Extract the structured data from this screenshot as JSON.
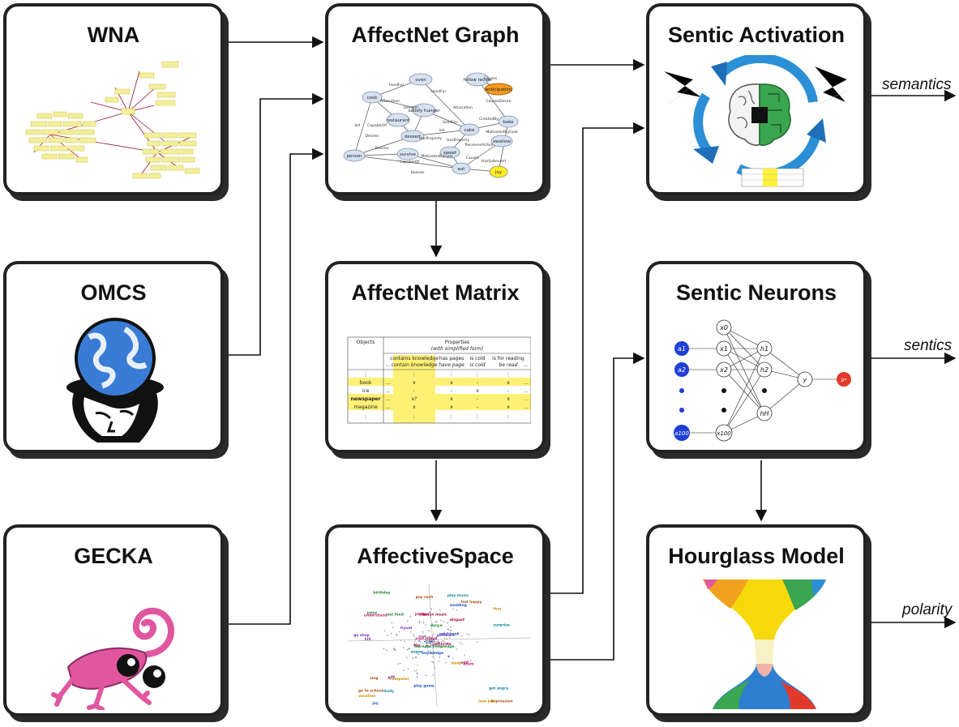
{
  "boxes": {
    "wna": {
      "title": "WNA"
    },
    "omcs": {
      "title": "OMCS"
    },
    "gecka": {
      "title": "GECKA"
    },
    "affectnet_graph": {
      "title": "AffectNet Graph",
      "nodes": [
        "oven",
        "follow recipe",
        "anticipation",
        "cook",
        "satisfy hunger",
        "restaurant",
        "dessert",
        "cake",
        "bake",
        "person",
        "survive",
        "sweet",
        "swallow",
        "eat",
        "joy"
      ],
      "edges": [
        "UsedFor",
        "Causes",
        "AtLocation",
        "UsedFor",
        "UsedFor",
        "CausesDesire",
        "IsA",
        "CapableOf",
        "AtLocation",
        "CreatedBy",
        "UsedFor",
        "IsA",
        "HasProperty",
        "HasProperty",
        "ReceivesAction",
        "Desires",
        "Desires",
        "CapableOf",
        "MotivatedByGoal",
        "Causes",
        "MotivatedByGoal",
        "HasSubevent",
        "Desires"
      ]
    },
    "affectnet_matrix": {
      "title": "AffectNet Matrix",
      "table": {
        "col_objects": "Objects",
        "col_properties": "Properties",
        "subheader": "(with simplified form)",
        "prop_cols": [
          {
            "top": "contains knowledge",
            "bottom": "contain knowledge"
          },
          {
            "top": "has pages",
            "bottom": "have page"
          },
          {
            "top": "is cold",
            "bottom": "is cold"
          },
          {
            "top": "is for reading",
            "bottom": "be read"
          }
        ],
        "ellipsis": "...",
        "vdots": "⋮",
        "rows": [
          {
            "name": "book",
            "cells": [
              "x",
              "x",
              "-",
              "x"
            ]
          },
          {
            "name": "ice",
            "cells": [
              "-",
              "-",
              "x",
              "-"
            ]
          },
          {
            "name": "newspaper",
            "cells": [
              "x?",
              "x",
              "-",
              "x"
            ]
          },
          {
            "name": "magazine",
            "cells": [
              "x",
              "x",
              "-",
              "x"
            ]
          }
        ]
      }
    },
    "affective_space": {
      "title": "AffectiveSpace",
      "words": [
        "knowledge",
        "understand",
        "increase knowledge",
        "go to school",
        "software",
        "computer",
        "play music",
        "listen music",
        "wedding",
        "celebrate",
        "birthday",
        "depression",
        "kill",
        "fear",
        "anger",
        "disgust",
        "joy",
        "party",
        "dance",
        "sing",
        "travel",
        "vacation",
        "study",
        "learn",
        "read book",
        "exam",
        "prize",
        "pay cash",
        "go shop",
        "sleep",
        "surprise",
        "fun",
        "play game",
        "visit friend",
        "eat food",
        "feel happy",
        "gift",
        "lose job",
        "get angry",
        "sad"
      ]
    },
    "sentic_activation": {
      "title": "Sentic Activation"
    },
    "sentic_neurons": {
      "title": "Sentic Neurons",
      "inputs": [
        "a1",
        "a2",
        "a100"
      ],
      "hidden_x": [
        "x0",
        "x1",
        "x2",
        "x100"
      ],
      "hidden_h": [
        "h1",
        "h2",
        "hH"
      ],
      "output": "y",
      "result": "b*"
    },
    "hourglass": {
      "title": "Hourglass Model"
    }
  },
  "outputs": {
    "semantics": "semantics",
    "sentics": "sentics",
    "polarity": "polarity"
  },
  "colors": {
    "border": "#222222",
    "shadow": "#2a2a2a",
    "arrow": "#111111",
    "wna_tag": "#f4ef9a",
    "wna_edge": "#9b1030",
    "graph_node": "#d6e2f1",
    "anticipation": "#f39a1e",
    "joy": "#ffee22",
    "matrix_highlight": "#fff176",
    "globe": "#3a7bd5",
    "gecko": "#e0569f",
    "neuron_input": "#1f3fd6",
    "neuron_output": "#e23a2a",
    "cycle_arrow": "#2b8fd6",
    "brain_right": "#3aa64f"
  },
  "icons": [
    "globe-head-logo",
    "gecko-logo",
    "brain-chip-icon",
    "cycle-arrows-icon",
    "hourglass-funnel-icon",
    "neural-network-diagram",
    "word-network-graph",
    "word-scatter-plot"
  ]
}
